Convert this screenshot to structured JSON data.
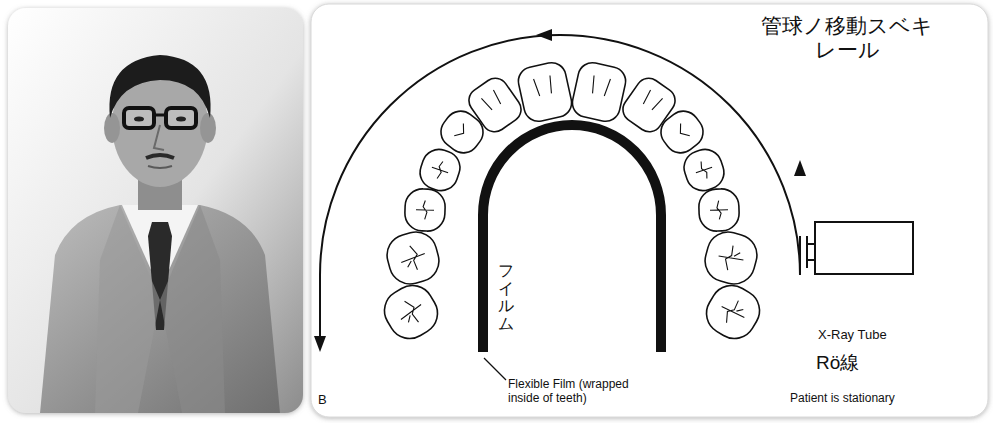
{
  "diagram": {
    "labels": [
      "管球ノ移動スベキ レール",
      "フイルム",
      "Flexible Film (wrapped inside of teeth)",
      "X-Ray Tube",
      "Rö線",
      "Patient is stationary",
      "B"
    ]
  }
}
